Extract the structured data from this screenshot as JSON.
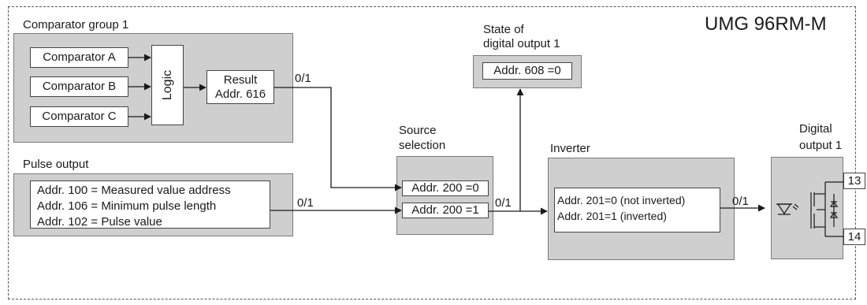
{
  "device_title": "UMG 96RM-M",
  "comparator_group": {
    "title": "Comparator group 1",
    "comparators": [
      "Comparator A",
      "Comparator B",
      "Comparator C"
    ],
    "logic_label": "Logic",
    "result_line1": "Result",
    "result_line2": "Addr. 616"
  },
  "pulse_output": {
    "title": "Pulse output",
    "lines": [
      "Addr. 100 = Measured value address",
      "Addr. 106 = Minimum pulse length",
      "Addr. 102 = Pulse value"
    ]
  },
  "state": {
    "title_line1": "State of",
    "title_line2": "digital output 1",
    "value": "Addr. 608 =0"
  },
  "source_selection": {
    "title_line1": "Source",
    "title_line2": "selection",
    "option0": "Addr. 200 =0",
    "option1": "Addr. 200 =1"
  },
  "inverter": {
    "title": "Inverter",
    "line1": "Addr. 201=0 (not inverted)",
    "line2": "Addr. 201=1 (inverted)"
  },
  "digital_output": {
    "title_line1": "Digital",
    "title_line2": "output 1",
    "terminal_top": "13",
    "terminal_bottom": "14"
  },
  "signal_labels": {
    "result_to_source": "0/1",
    "pulse_to_source": "0/1",
    "source_to_inverter": "0/1",
    "inverter_to_output": "0/1"
  }
}
